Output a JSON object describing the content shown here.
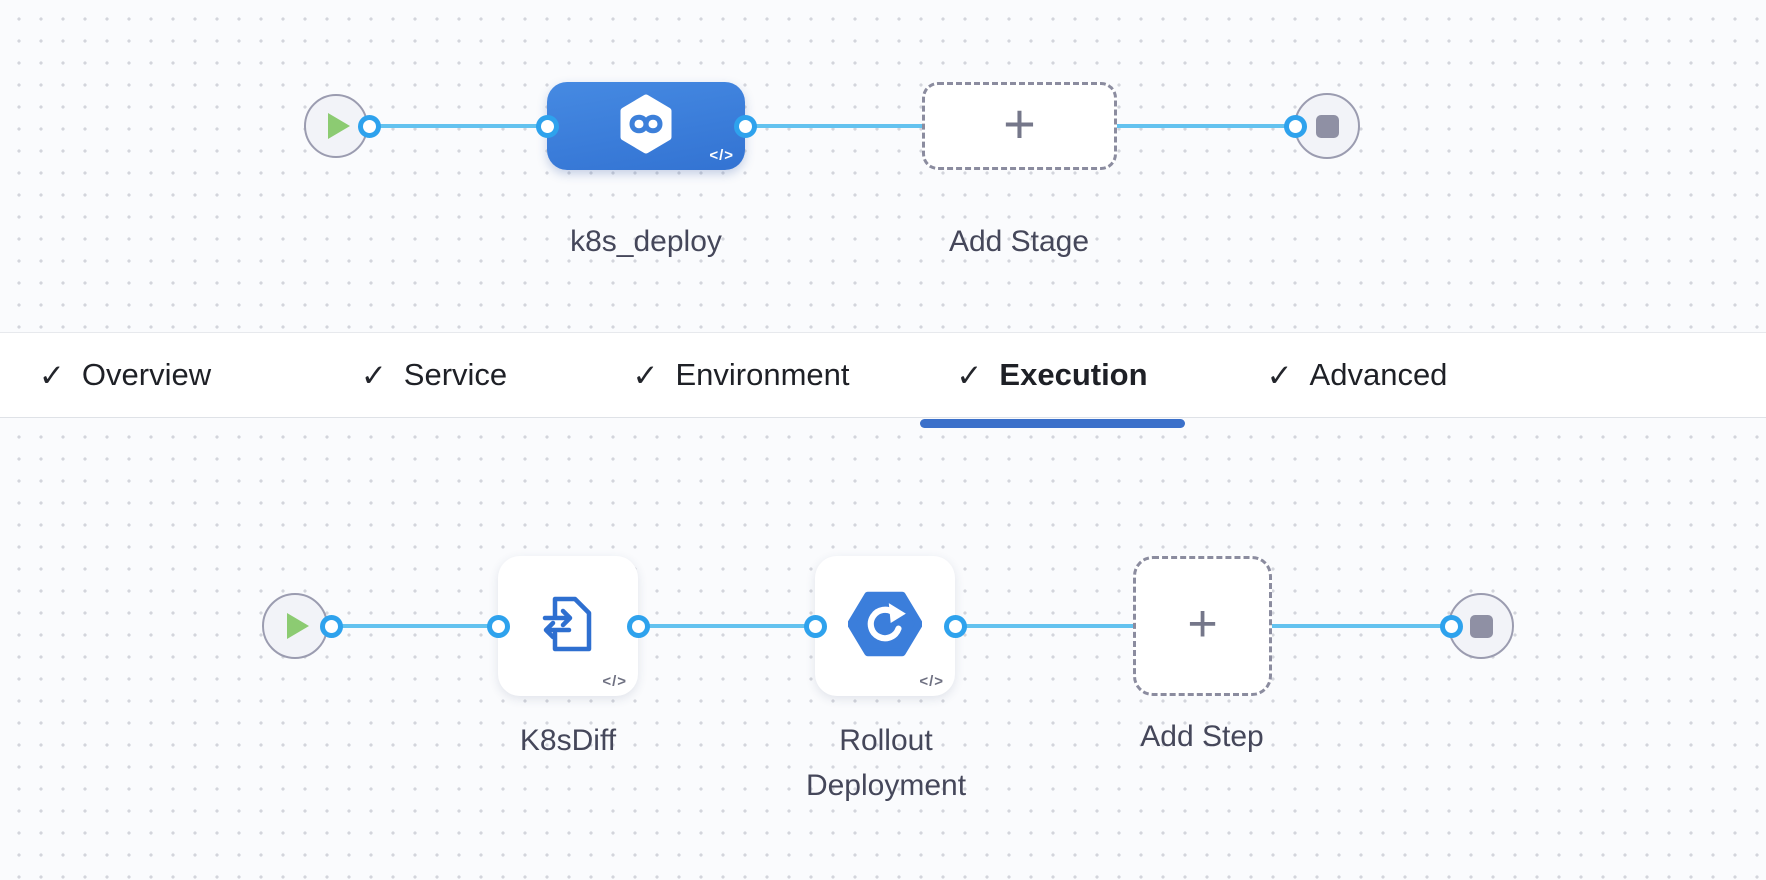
{
  "icons": {
    "check": "✓",
    "plus": "+",
    "code": "</>"
  },
  "stage_pipeline": {
    "stage": {
      "label": "k8s_deploy",
      "type": "harness-deploy-stage"
    },
    "add_stage": {
      "label": "Add Stage"
    }
  },
  "tabs": [
    {
      "label": "Overview",
      "checked": true,
      "active": false
    },
    {
      "label": "Service",
      "checked": true,
      "active": false
    },
    {
      "label": "Environment",
      "checked": true,
      "active": false
    },
    {
      "label": "Execution",
      "checked": true,
      "active": true
    },
    {
      "label": "Advanced",
      "checked": true,
      "active": false
    }
  ],
  "execution_pipeline": {
    "steps": [
      {
        "label": "K8sDiff",
        "type": "k8s-diff-step"
      },
      {
        "label": "Rollout Deployment",
        "type": "k8s-rollout-step"
      }
    ],
    "add_step": {
      "label": "Add Step"
    }
  },
  "colors": {
    "accent_blue": "#3b70ca",
    "node_blue": "#3d80da",
    "connector_blue": "#63c2ef",
    "port_ring_blue": "#2ea2ed",
    "play_green": "#8ccb72",
    "stop_gray": "#8f90a4",
    "label_gray": "#45475a"
  }
}
